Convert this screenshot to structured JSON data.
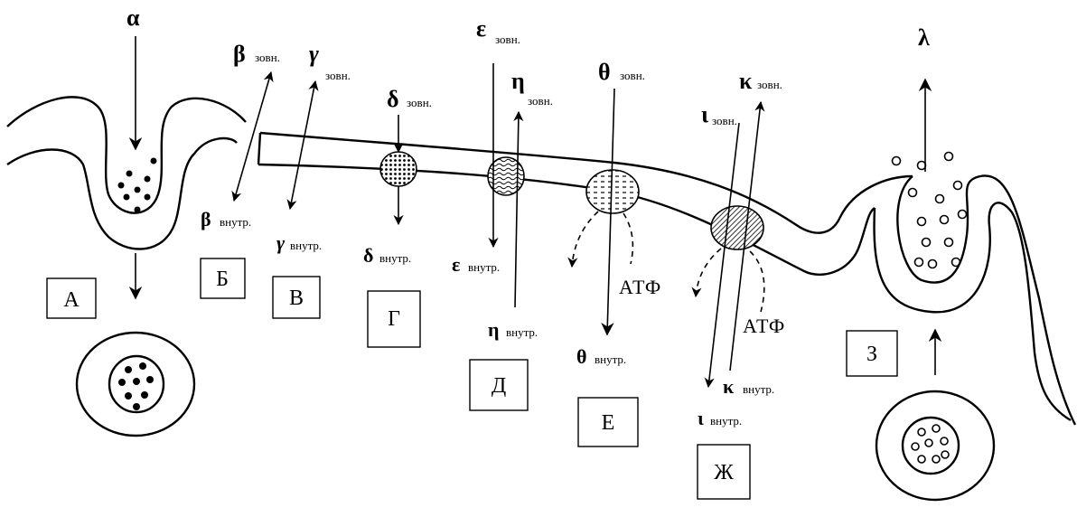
{
  "labels": {
    "alpha": "α",
    "beta": "β",
    "gamma": "γ",
    "delta": "δ",
    "epsilon": "ε",
    "eta": "η",
    "theta": "θ",
    "iota": "ι",
    "kappa": "κ",
    "lambda": "λ",
    "outside": "зовн.",
    "inside": "внутр.",
    "atp": "АТФ"
  },
  "boxes": {
    "A": "А",
    "B": "Б",
    "V": "В",
    "G": "Г",
    "D": "Д",
    "E": "Е",
    "Zh": "Ж",
    "Z": "З"
  }
}
